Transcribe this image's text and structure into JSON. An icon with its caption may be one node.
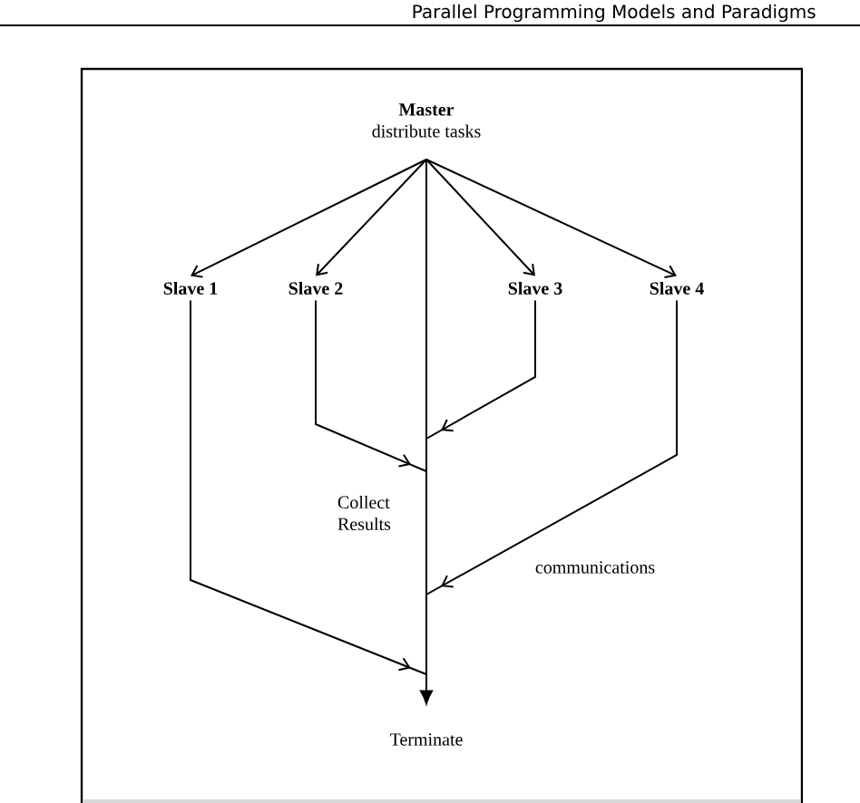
{
  "diagram": {
    "nodes": [
      {
        "text": [
          "Master",
          "distribute tasks"
        ]
      },
      {
        "text": [
          "Slave 1"
        ]
      },
      {
        "text": [
          "Slave 2"
        ]
      },
      {
        "text": [
          "Slave 3"
        ]
      },
      {
        "text": [
          "Slave 4"
        ]
      },
      {
        "text": [
          "Terminate"
        ]
      }
    ],
    "edges": [
      {
        "from": 0,
        "to": 1,
        "arrow": "to"
      },
      {
        "from": 0,
        "to": 2,
        "arrow": "to"
      },
      {
        "from": 0,
        "to": 3,
        "arrow": "to"
      },
      {
        "from": 0,
        "to": 4,
        "arrow": "to"
      },
      {
        "from": 0,
        "to": 5,
        "arrow": "to"
      },
      {
        "from": 1,
        "to": 5,
        "arrow": "to"
      },
      {
        "from": 2,
        "to": 5,
        "arrow": "to"
      },
      {
        "from": 3,
        "to": 5,
        "arrow": "to"
      },
      {
        "from": 4,
        "to": 5,
        "arrow": "to",
        "label": "communications"
      }
    ],
    "labels": [
      "Parallel Programming Models and Paradigms",
      "Collect Results"
    ]
  }
}
